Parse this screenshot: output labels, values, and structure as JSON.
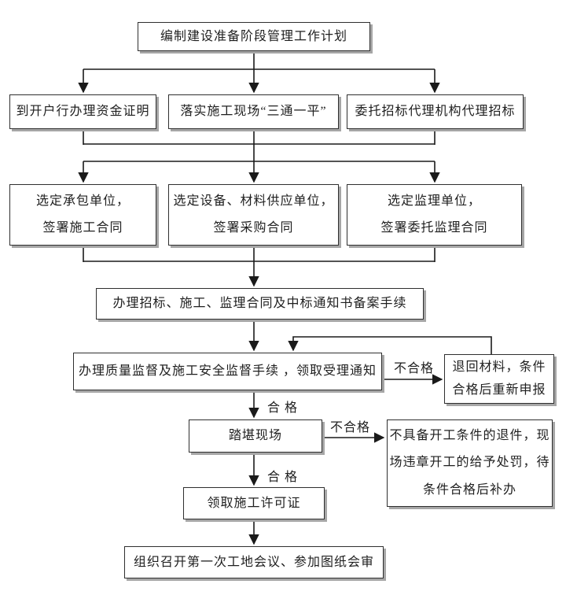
{
  "nodes": {
    "plan": {
      "label": "编制建设准备阶段管理工作计划"
    },
    "fund_proof": {
      "label": "到开户行办理资金证明"
    },
    "site_ready": {
      "label": "落实施工现场“三通一平”"
    },
    "bid_agency": {
      "label": "委托招标代理机构代理招标"
    },
    "contractor": {
      "line1": "选定承包单位，",
      "line2": "签署施工合同"
    },
    "supplier": {
      "line1": "选定设备、材料供应单位，",
      "line2": "签署采购合同"
    },
    "supervision_unit": {
      "line1": "选定监理单位，",
      "line2": "签署委托监理合同"
    },
    "filing": {
      "label": "办理招标、施工、监理合同及中标通知书备案手续"
    },
    "quality_check": {
      "label": "办理质量监督及施工安全监督手续 ，领取受理通知"
    },
    "return_materials": {
      "line1": "退回材料，条件",
      "line2": "合格后重新申报"
    },
    "site_visit": {
      "label": "踏堪现场"
    },
    "reject_handling": {
      "line1": "不具备开工条件的退件，现",
      "line2": "场违章开工的给予处罚，待",
      "line3": "条件合格后补办"
    },
    "permit": {
      "label": "领取施工许可证"
    },
    "first_meeting": {
      "label": "组织召开第一次工地会议、参加图纸会审"
    }
  },
  "labels": {
    "qualified_1": "合 格",
    "qualified_2": "合 格",
    "unqualified_1": "不合格",
    "unqualified_2": "不合格"
  },
  "colors": {
    "border": "#2f2f2f",
    "line": "#1a1a1a",
    "shadow": "#a6a6a6",
    "text": "#1f1f1f",
    "background": "#ffffff"
  }
}
